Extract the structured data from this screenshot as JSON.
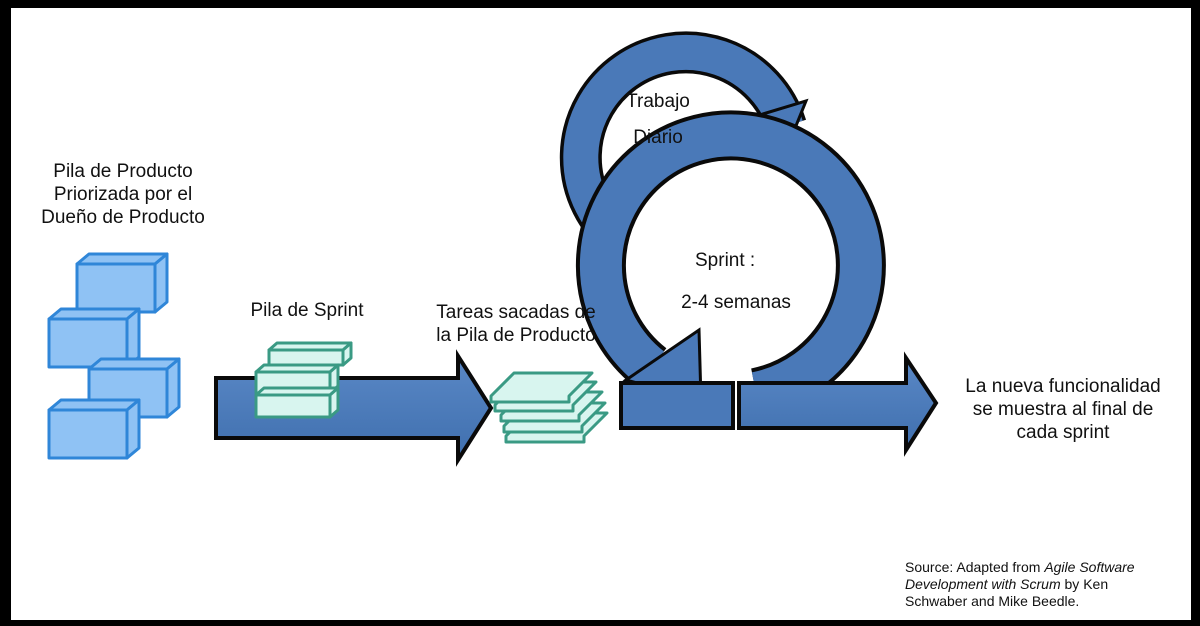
{
  "product_backlog": {
    "line1": "Pila de Producto",
    "line2": "Priorizada por el",
    "line3": "Dueño de Producto"
  },
  "sprint_backlog": "Pila de Sprint",
  "tasks": {
    "line1": "Tareas sacadas de",
    "line2": "la Pila de Producto"
  },
  "daily_work": {
    "line1": "Trabajo",
    "line2": "Diario"
  },
  "sprint": {
    "line1": "Sprint :",
    "line2": "2-4 semanas"
  },
  "output": {
    "line1": "La nueva funcionalidad",
    "line2": "se muestra al final de",
    "line3": "cada sprint"
  },
  "source": {
    "prefix": "Source: Adapted from ",
    "book_part1": "Agile Software",
    "book_part2": "Development with Scrum",
    "suffix": " by Ken",
    "line3": "Schwaber and Mike Beedle."
  },
  "colors": {
    "arrow_fill": "#4a79b8",
    "arrow_stroke": "#0a0a0a",
    "backlog_block": "#8fc2f4",
    "backlog_block_edge": "#2f86d8",
    "sprint_block": "#d8f5ef",
    "sprint_block_edge": "#3a9a84"
  }
}
